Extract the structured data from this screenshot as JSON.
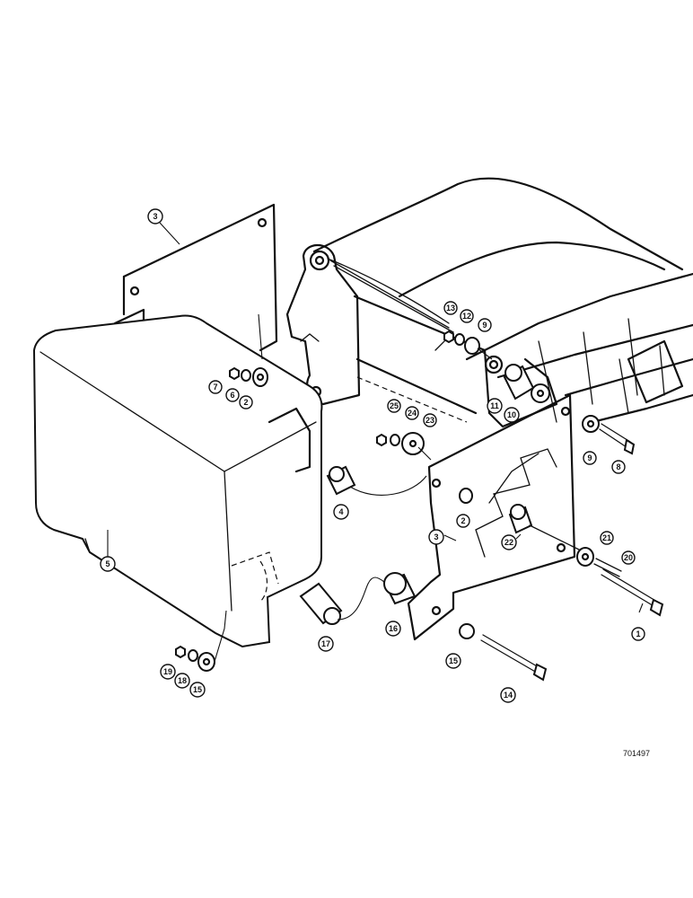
{
  "drawing_number": "701497",
  "callouts": [
    {
      "id": "c3a",
      "label": "3"
    },
    {
      "id": "c7",
      "label": "7"
    },
    {
      "id": "c6",
      "label": "6"
    },
    {
      "id": "c2a",
      "label": "2"
    },
    {
      "id": "c4",
      "label": "4"
    },
    {
      "id": "c5",
      "label": "5"
    },
    {
      "id": "c19",
      "label": "19"
    },
    {
      "id": "c18",
      "label": "18"
    },
    {
      "id": "c15a",
      "label": "15"
    },
    {
      "id": "c17",
      "label": "17"
    },
    {
      "id": "c16",
      "label": "16"
    },
    {
      "id": "c25",
      "label": "25"
    },
    {
      "id": "c24",
      "label": "24"
    },
    {
      "id": "c23",
      "label": "23"
    },
    {
      "id": "c13",
      "label": "13"
    },
    {
      "id": "c12",
      "label": "12"
    },
    {
      "id": "c9a",
      "label": "9"
    },
    {
      "id": "c11",
      "label": "11"
    },
    {
      "id": "c10",
      "label": "10"
    },
    {
      "id": "c9b",
      "label": "9"
    },
    {
      "id": "c8",
      "label": "8"
    },
    {
      "id": "c3b",
      "label": "3"
    },
    {
      "id": "c2b",
      "label": "2"
    },
    {
      "id": "c22",
      "label": "22"
    },
    {
      "id": "c21",
      "label": "21"
    },
    {
      "id": "c20",
      "label": "20"
    },
    {
      "id": "c1",
      "label": "1"
    },
    {
      "id": "c15b",
      "label": "15"
    },
    {
      "id": "c14",
      "label": "14"
    }
  ]
}
